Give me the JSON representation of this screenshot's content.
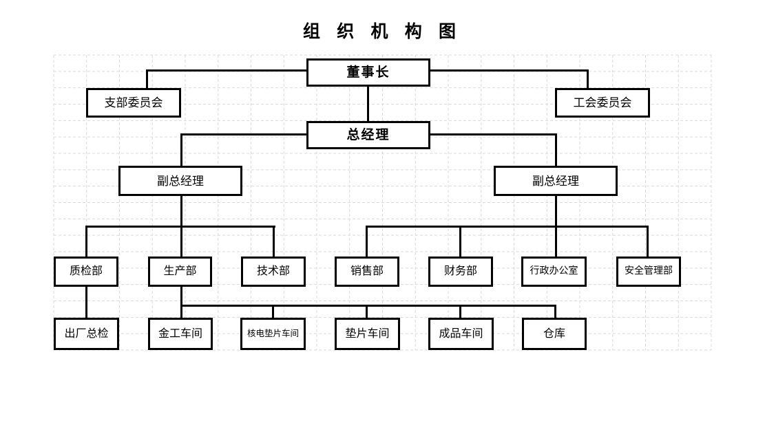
{
  "title": "组 织 机 构 图",
  "colors": {
    "line": "#000000",
    "box_border": "#000000",
    "grid": "#d9d9d9",
    "background": "#ffffff"
  },
  "chart": {
    "type": "org-chart",
    "nodes": {
      "chairman": {
        "label": "董事长"
      },
      "branch_committee": {
        "label": "支部委员会"
      },
      "union_committee": {
        "label": "工会委员会"
      },
      "general_manager": {
        "label": "总经理"
      },
      "deputy_gm_left": {
        "label": "副总经理"
      },
      "deputy_gm_right": {
        "label": "副总经理"
      },
      "quality_dept": {
        "label": "质检部"
      },
      "production_dept": {
        "label": "生产部"
      },
      "technology_dept": {
        "label": "技术部"
      },
      "sales_dept": {
        "label": "销售部"
      },
      "finance_dept": {
        "label": "财务部"
      },
      "admin_office": {
        "label": "行政办公室"
      },
      "safety_dept": {
        "label": "安全管理部"
      },
      "final_inspection": {
        "label": "出厂总检"
      },
      "metalwork_shop": {
        "label": "金工车间"
      },
      "nuclear_gasket_shop": {
        "label": "核电垫片车间"
      },
      "gasket_shop": {
        "label": "垫片车间"
      },
      "finished_goods_shop": {
        "label": "成品车间"
      },
      "warehouse": {
        "label": "仓库"
      }
    },
    "edges": [
      [
        "chairman",
        "branch_committee"
      ],
      [
        "chairman",
        "union_committee"
      ],
      [
        "chairman",
        "general_manager"
      ],
      [
        "general_manager",
        "deputy_gm_left"
      ],
      [
        "general_manager",
        "deputy_gm_right"
      ],
      [
        "deputy_gm_left",
        "quality_dept"
      ],
      [
        "deputy_gm_left",
        "production_dept"
      ],
      [
        "deputy_gm_left",
        "technology_dept"
      ],
      [
        "deputy_gm_right",
        "sales_dept"
      ],
      [
        "deputy_gm_right",
        "finance_dept"
      ],
      [
        "deputy_gm_right",
        "admin_office"
      ],
      [
        "deputy_gm_right",
        "safety_dept"
      ],
      [
        "quality_dept",
        "final_inspection"
      ],
      [
        "production_dept",
        "metalwork_shop"
      ],
      [
        "production_dept",
        "nuclear_gasket_shop"
      ],
      [
        "production_dept",
        "gasket_shop"
      ],
      [
        "production_dept",
        "finished_goods_shop"
      ],
      [
        "production_dept",
        "warehouse"
      ]
    ]
  }
}
